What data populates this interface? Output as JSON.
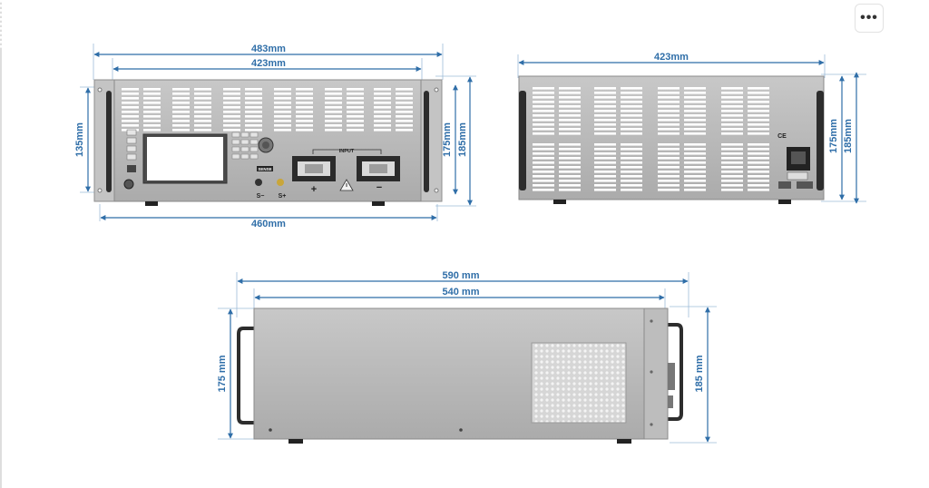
{
  "toolbar": {
    "more_icon": "more-icon",
    "more_label": "•••"
  },
  "front_view": {
    "dims": {
      "overall_width": "483mm",
      "inner_width": "423mm",
      "base_width": "460mm",
      "panel_height": "135mm",
      "unit_height": "175mm",
      "total_height": "185mm"
    },
    "panel": {
      "input_label": "INPUT",
      "sense_label": "SENSE",
      "sense_minus": "S−",
      "sense_plus": "S+",
      "pos_symbol": "+",
      "neg_symbol": "−"
    }
  },
  "rear_view": {
    "dims": {
      "inner_width": "423mm",
      "unit_height": "175mm",
      "total_height": "185mm"
    },
    "panel": {
      "ce_mark": "CE"
    }
  },
  "side_view": {
    "dims": {
      "overall_depth": "590 mm",
      "body_depth": "540 mm",
      "unit_height": "175 mm",
      "total_height": "185 mm"
    }
  },
  "colors": {
    "dimension_line": "#2f6ea8",
    "chassis": "#b9b9b9",
    "handle": "#2d2d2d"
  }
}
